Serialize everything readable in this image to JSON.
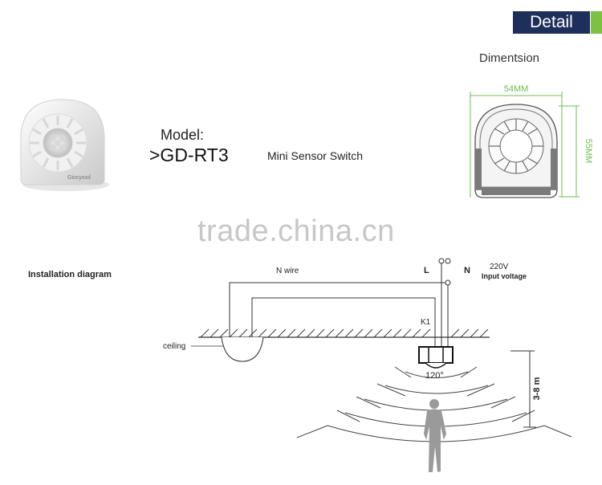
{
  "header": {
    "detail_label": "Detail",
    "accent_color": "#7dc142",
    "tab_color": "#1f2f5c"
  },
  "dimension": {
    "title": "Dimentsion",
    "width_label": "54MM",
    "height_label": "55MM",
    "dimension_line_color": "#6cc04a"
  },
  "product": {
    "model_label": "Model:",
    "model_value": ">GD-RT3",
    "description": "Mini Sensor Switch",
    "brand_text": "Giocyxxd"
  },
  "watermark": "trade.china.cn",
  "installation": {
    "title": "Installation diagram",
    "n_wire_label": "N wire",
    "l_label": "L",
    "n_label": "N",
    "voltage_value": "220V",
    "voltage_label": "Input voltage",
    "k1_label": "K1",
    "ceiling_label": "ceiling",
    "angle_label": "120°",
    "height_label": "3-8 m"
  }
}
